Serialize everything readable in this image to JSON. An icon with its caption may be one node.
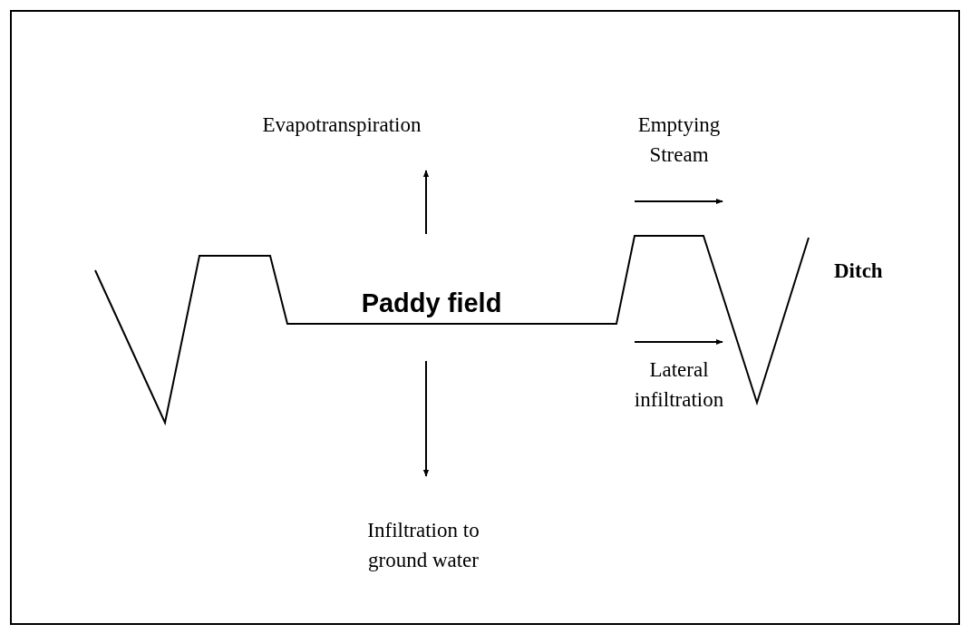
{
  "diagram": {
    "labels": [
      "Evapotranspiration",
      "Emptying Stream",
      "Ditch",
      "Paddy field",
      "Lateral infiltration",
      "Infiltration to ground water"
    ]
  }
}
